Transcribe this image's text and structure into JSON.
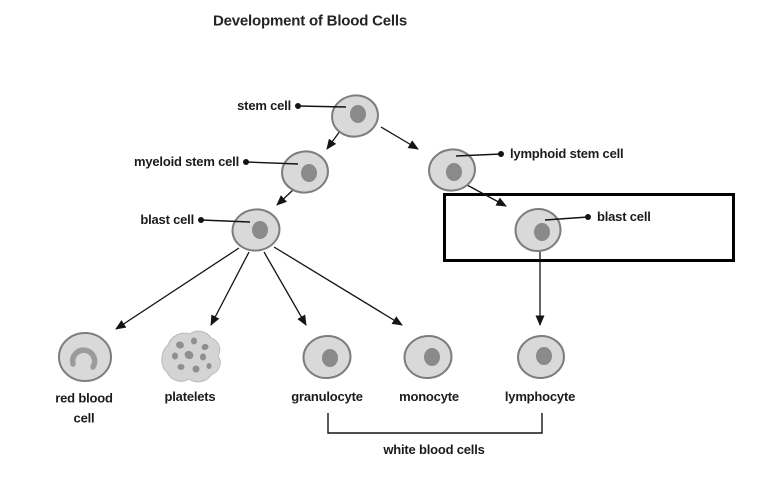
{
  "title": "Development of Blood Cells",
  "nodes": {
    "stem_cell": "stem cell",
    "myeloid_stem_cell": "myeloid stem cell",
    "lymphoid_stem_cell": "lymphoid stem cell",
    "myeloid_blast_cell": "blast cell",
    "lymphoid_blast_cell": "blast cell",
    "red_blood_cell": "red blood cell",
    "platelets": "platelets",
    "granulocyte": "granulocyte",
    "monocyte": "monocyte",
    "lymphocyte": "lymphocyte"
  },
  "group": {
    "white_blood_cells": "white blood cells"
  },
  "colors": {
    "cell_fill": "#d9d9d9",
    "cell_outline": "#7d7d7d",
    "nucleus": "#8a8a8a",
    "platelet_fill": "#d4d4d4",
    "platelet_spot": "#8f8f8f",
    "line": "#141414",
    "highlight_box": "#000000",
    "text": "#1c1c1c"
  }
}
